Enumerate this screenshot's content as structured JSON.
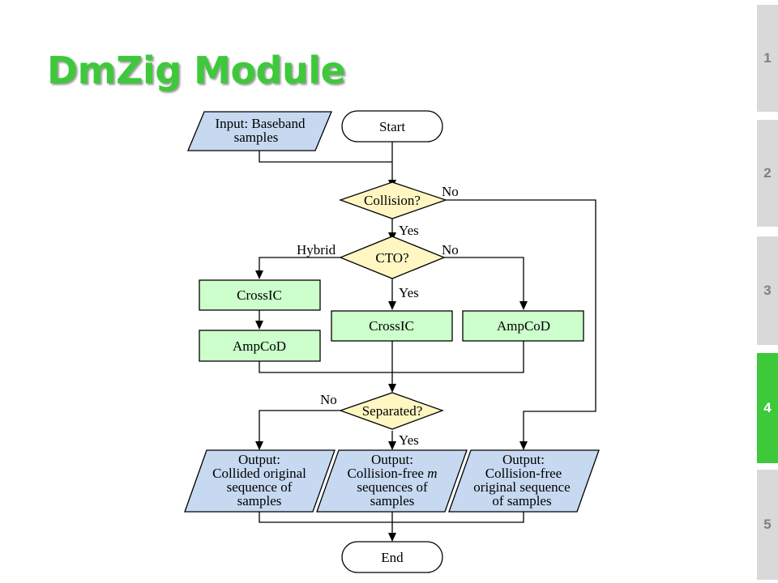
{
  "slide": {
    "title": "DmZig Module"
  },
  "sidebar": {
    "tabs": [
      {
        "label": "1",
        "active": false
      },
      {
        "label": "2",
        "active": false
      },
      {
        "label": "3",
        "active": false
      },
      {
        "label": "4",
        "active": true
      },
      {
        "label": "5",
        "active": false
      }
    ],
    "active_color": "#3dc93a",
    "inactive_color": "#d9d9d9"
  },
  "flowchart": {
    "input": {
      "line1": "Input: Baseband",
      "line2": "samples"
    },
    "start": "Start",
    "collision": "Collision?",
    "cto": "CTO?",
    "separated": "Separated?",
    "crossic_hybrid": "CrossIC",
    "ampcod_hybrid": "AmpCoD",
    "crossic_yes": "CrossIC",
    "ampcod_no": "AmpCoD",
    "output_collided": {
      "line1": "Output:",
      "line2": "Collided original",
      "line3": "sequence of",
      "line4": "samples"
    },
    "output_free_m": {
      "line1": "Output:",
      "line2": "Collision-free ",
      "line2_italic": "m",
      "line3": "sequences of",
      "line4": "samples"
    },
    "output_free_original": {
      "line1": "Output:",
      "line2": "Collision-free",
      "line3": "original sequence",
      "line4": "of samples"
    },
    "end": "End",
    "labels": {
      "collision_no": "No",
      "collision_yes": "Yes",
      "cto_hybrid": "Hybrid",
      "cto_no": "No",
      "cto_yes": "Yes",
      "separated_no": "No",
      "separated_yes": "Yes"
    },
    "colors": {
      "input_output_fill": "#c6d9f1",
      "decision_fill": "#fff6c2",
      "process_fill": "#ccffcc",
      "terminal_fill": "#ffffff"
    }
  }
}
